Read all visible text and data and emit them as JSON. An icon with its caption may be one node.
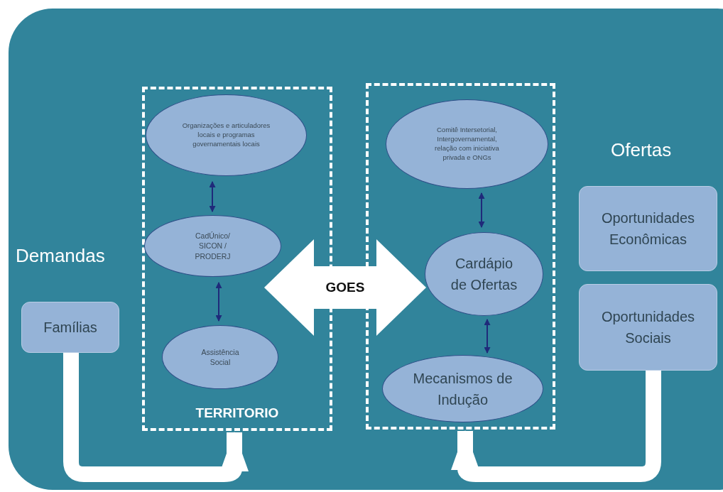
{
  "diagram": {
    "nodes": [
      {
        "text": [
          "TERRITORIO"
        ]
      },
      {
        "text": [
          "Organizações e articuladores locais e programas governamentais locais"
        ],
        "in": 0
      },
      {
        "text": [
          "CadÚnico/ SICON / PRODERJ"
        ],
        "in": 0
      },
      {
        "text": [
          "Assistência Social"
        ],
        "in": 0
      },
      {
        "text": [],
        "shape": "box"
      },
      {
        "text": [
          "Comitê Intersetorial, Intergovernamental, relação com iniciativa privada e ONGs"
        ],
        "in": 4
      },
      {
        "text": [
          "Cardápio de Ofertas"
        ],
        "in": 4
      },
      {
        "text": [
          "Mecanismos de Indução"
        ],
        "in": 4
      },
      {
        "text": [
          "Famílias"
        ]
      },
      {
        "text": [
          "Oportunidades Econômicas"
        ]
      },
      {
        "text": [
          "Oportunidades Sociais"
        ]
      }
    ],
    "edges": [
      {
        "from": 1,
        "to": 2,
        "arrow": "both"
      },
      {
        "from": 2,
        "to": 3,
        "arrow": "both"
      },
      {
        "from": 5,
        "to": 6,
        "arrow": "both"
      },
      {
        "from": 6,
        "to": 7,
        "arrow": "both"
      },
      {
        "from": 0,
        "to": 4,
        "arrow": "both",
        "label": "GOES",
        "style": "thick",
        "color": "#ffffff"
      },
      {
        "from": 8,
        "to": 0,
        "arrow": "to",
        "style": "thick",
        "color": "#ffffff"
      },
      {
        "from": 10,
        "to": 4,
        "arrow": "to",
        "style": "thick",
        "color": "#ffffff"
      }
    ],
    "labels": [
      "Demandas",
      "Ofertas"
    ]
  }
}
